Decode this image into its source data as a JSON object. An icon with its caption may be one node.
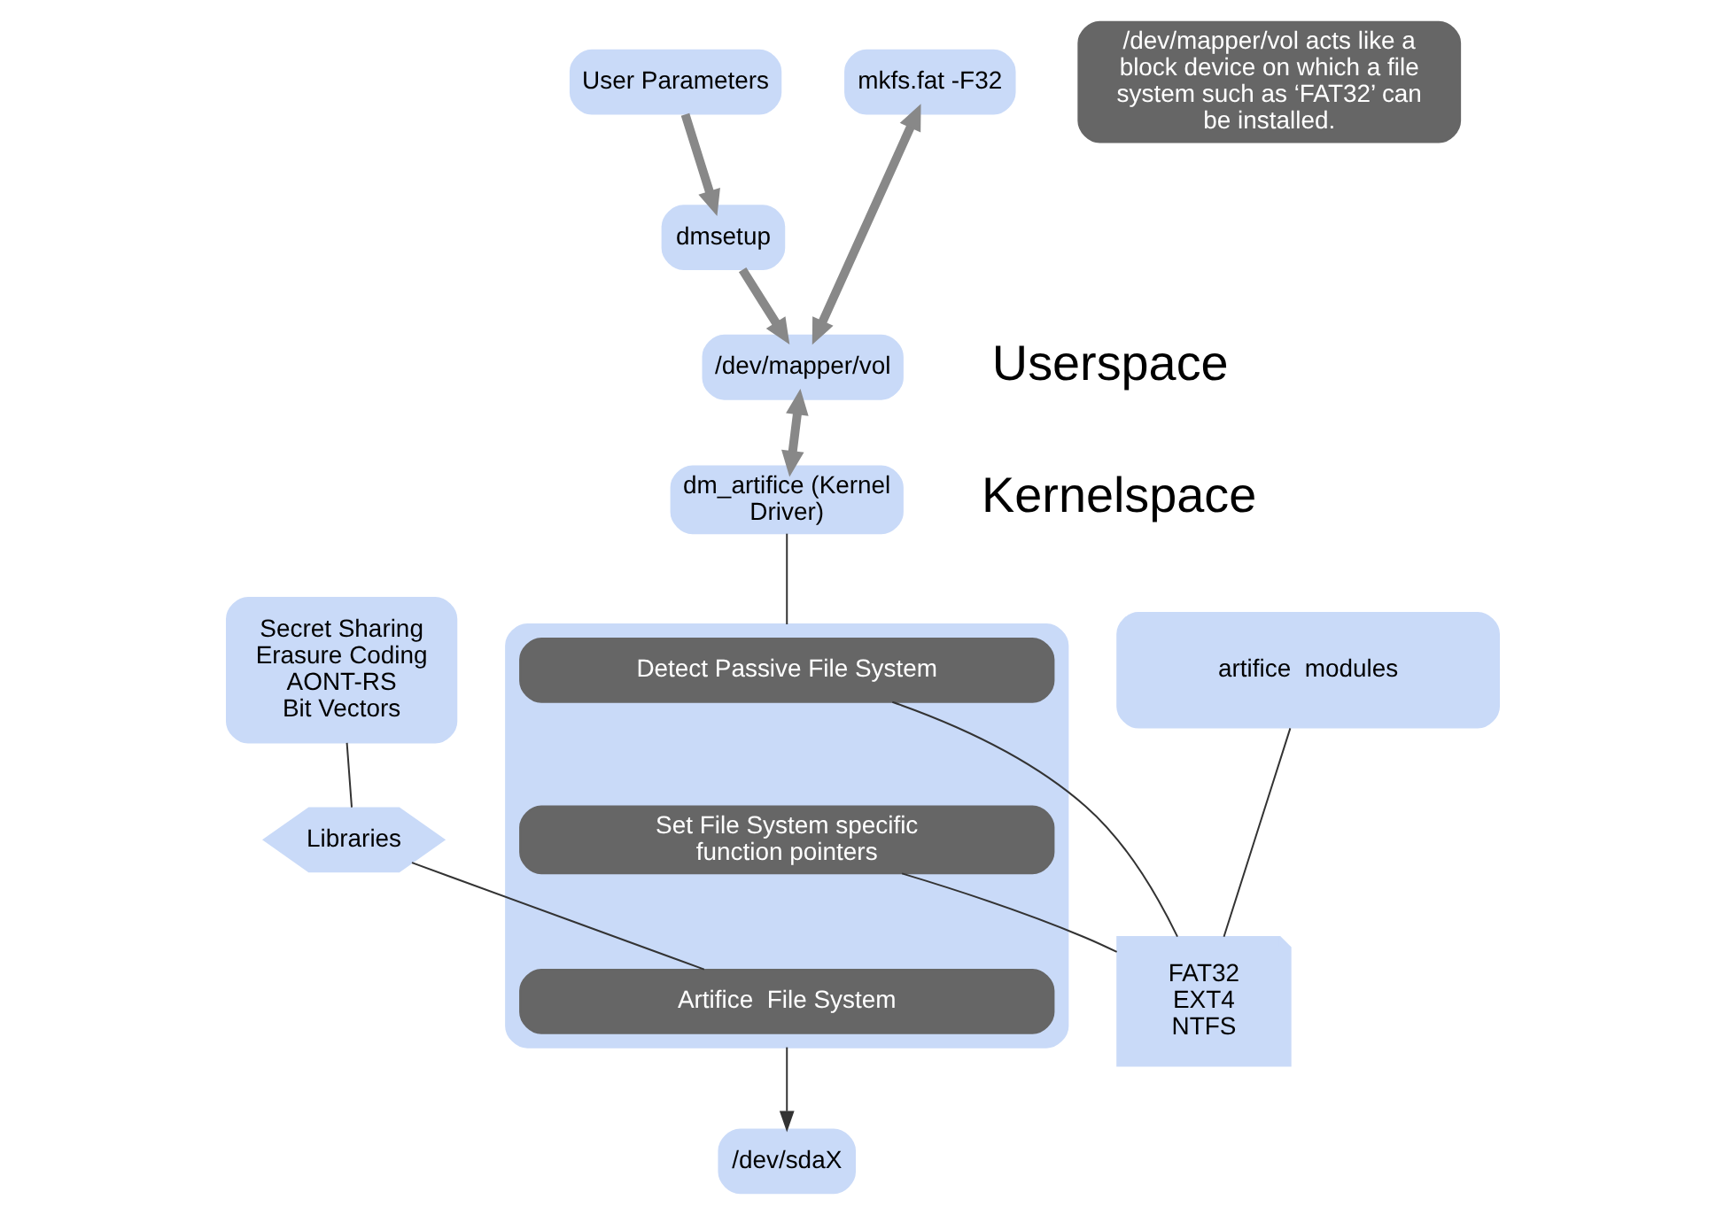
{
  "diagram": {
    "nodes": [
      {
        "text": [
          "User Parameters"
        ]
      },
      {
        "text": [
          "mkfs.fat -F32"
        ]
      },
      {
        "text": [
          "/dev/mapper/vol acts like a block device on which a file system such as ‘FAT32’ can be installed."
        ]
      },
      {
        "text": [
          "dmsetup"
        ]
      },
      {
        "text": [
          "/dev/mapper/vol"
        ]
      },
      {
        "text": [
          "dm_artifice (Kernel Driver)"
        ]
      },
      {
        "text": [
          "Secret Sharing",
          "Erasure Coding",
          "AONT-RS",
          "Bit Vectors"
        ]
      },
      {
        "text": [
          "artifice  modules"
        ]
      },
      {
        "text": [],
        "shape": "box"
      },
      {
        "text": [
          "Detect Passive File System"
        ],
        "in": 8
      },
      {
        "text": [
          "Set File System specific function pointers"
        ],
        "in": 8
      },
      {
        "text": [
          "Artifice  File System"
        ],
        "in": 8
      },
      {
        "text": [
          "Libraries"
        ]
      },
      {
        "text": [
          "FAT32",
          "EXT4",
          "NTFS"
        ]
      },
      {
        "text": [
          "/dev/sdaX"
        ]
      }
    ],
    "edges": [
      {
        "from": 0,
        "to": 3,
        "arrow": "to",
        "style": "thick",
        "color": "#888888"
      },
      {
        "from": 3,
        "to": 4,
        "arrow": "to",
        "style": "thick",
        "color": "#888888"
      },
      {
        "from": 1,
        "to": 4,
        "arrow": "both",
        "style": "thick",
        "color": "#888888"
      },
      {
        "from": 4,
        "to": 5,
        "arrow": "both",
        "style": "thick",
        "color": "#888888"
      },
      {
        "from": 5,
        "to": 8,
        "arrow": "none"
      },
      {
        "from": 6,
        "to": 12,
        "arrow": "none"
      },
      {
        "from": 7,
        "to": 13,
        "arrow": "none"
      },
      {
        "from": 9,
        "to": 13,
        "arrow": "none"
      },
      {
        "from": 10,
        "to": 13,
        "arrow": "none"
      },
      {
        "from": 12,
        "to": 11,
        "arrow": "none"
      },
      {
        "from": 8,
        "to": 14,
        "arrow": "to"
      }
    ],
    "labels": [
      "Userspace",
      "Kernelspace"
    ]
  }
}
